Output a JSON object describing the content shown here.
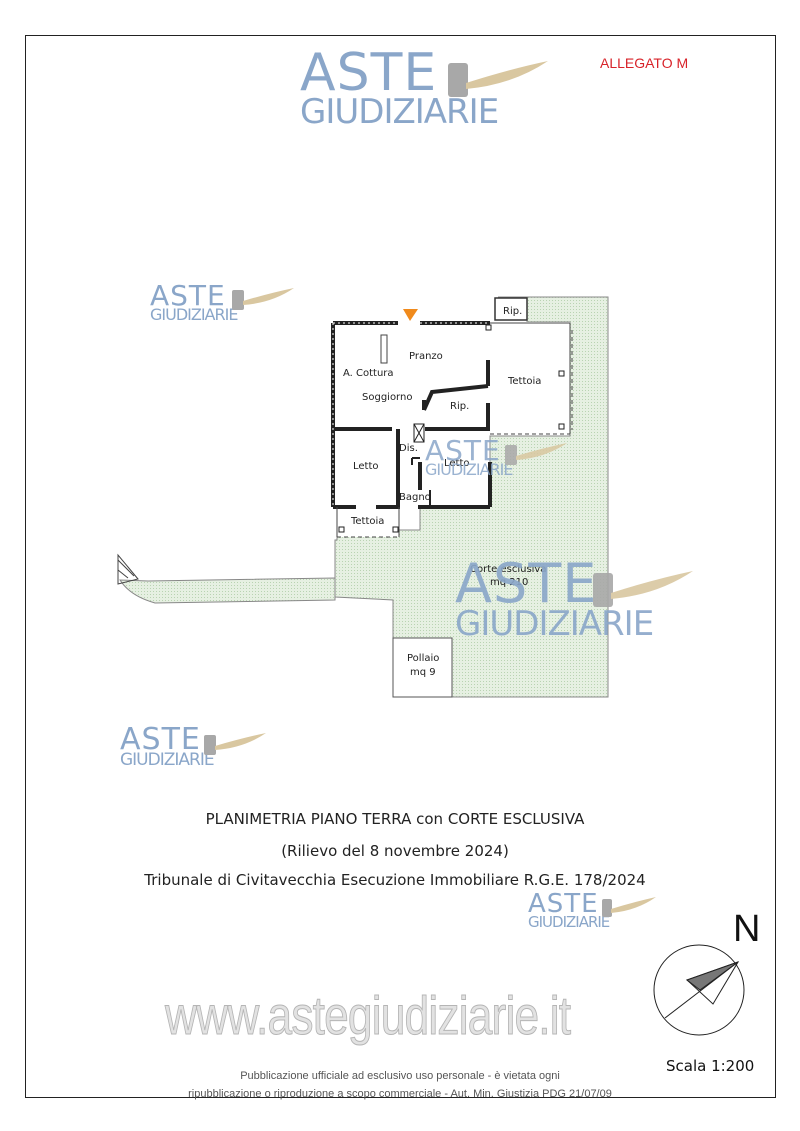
{
  "allegato": "ALLEGATO M",
  "watermark": {
    "line1": "ASTE",
    "line2": "GIUDIZIARIE",
    "site": "www.astegiudiziarie.it"
  },
  "rooms": {
    "pranzo": "Pranzo",
    "cottura": "A. Cottura",
    "soggiorno": "Soggiorno",
    "rip_small": "Rip.",
    "rip_top": "Rip.",
    "tettoia_right": "Tettoia",
    "dis": "Dis.",
    "letto_left": "Letto",
    "letto_right": "Letto",
    "bagno": "Bagno",
    "tettoia_bottom": "Tettoia",
    "corte_name": "Corte esclusiva",
    "corte_area": "mq 210",
    "pollaio_name": "Pollaio",
    "pollaio_area": "mq 9"
  },
  "caption": {
    "title": "PLANIMETRIA PIANO TERRA con CORTE ESCLUSIVA",
    "date": "(Rilievo del 8 novembre 2024)",
    "court": "Tribunale di Civitavecchia Esecuzione Immobiliare R.G.E. 178/2024"
  },
  "north_label": "N",
  "scale": "Scala 1:200",
  "footer": {
    "line1": "Pubblicazione ufficiale ad esclusivo uso personale - è vietata ogni",
    "line2": "ripubblicazione o riproduzione a scopo commerciale - Aut. Min. Giustizia PDG 21/07/09"
  },
  "colors": {
    "allegato": "#d8232a",
    "watermark": "#8aa6c9",
    "corte_fill": "#e3efe0",
    "entrance_marker": "#f08a1c"
  }
}
